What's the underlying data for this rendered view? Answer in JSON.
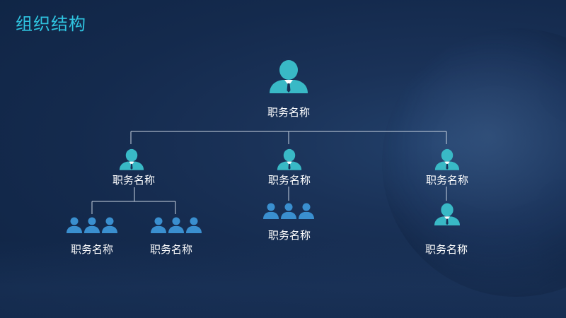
{
  "slide": {
    "title": "组织结构"
  },
  "colors": {
    "accent": "#2fc4e0",
    "person_main": "#39b9c6",
    "person_group": "#3a8fcf",
    "line": "#c9d3e0"
  },
  "org": {
    "root": {
      "label": "职务名称",
      "icon": "person-icon"
    },
    "level1": [
      {
        "label": "职务名称",
        "icon": "person-icon"
      },
      {
        "label": "职务名称",
        "icon": "person-icon"
      },
      {
        "label": "职务名称",
        "icon": "person-icon"
      }
    ],
    "level2": [
      {
        "label": "职务名称",
        "icon": "people-group-icon"
      },
      {
        "label": "职务名称",
        "icon": "people-group-icon"
      },
      {
        "label": "职务名称",
        "icon": "people-group-icon"
      },
      {
        "label": "职务名称",
        "icon": "person-icon"
      }
    ]
  }
}
